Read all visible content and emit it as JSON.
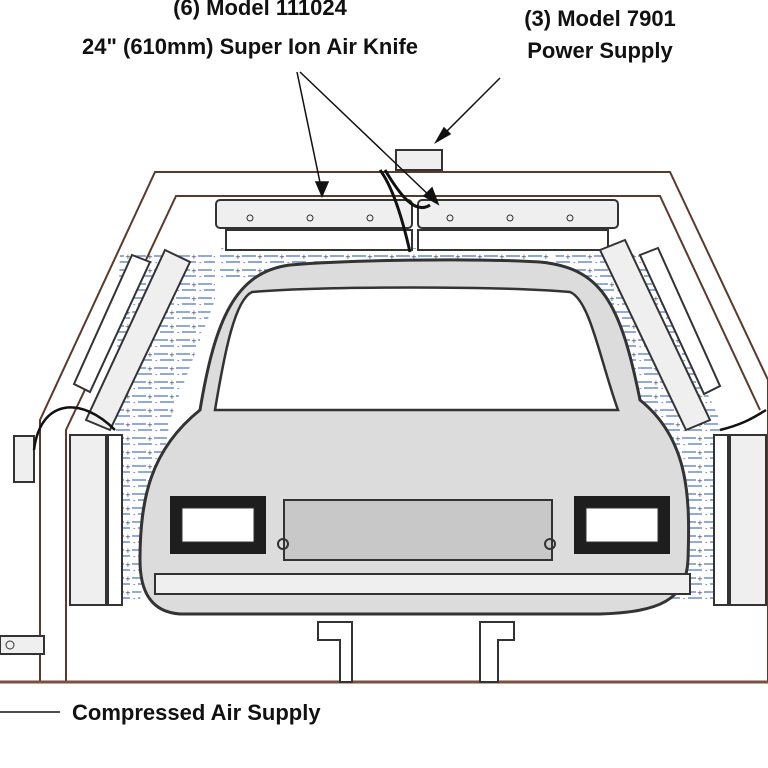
{
  "labels": {
    "air_knife_line1": "(6) Model 111024",
    "air_knife_line2": "24\" (610mm) Super Ion Air Knife",
    "power_supply_line1": "(3) Model 7901",
    "power_supply_line2": "Power Supply",
    "compressed_air": "Compressed Air Supply"
  },
  "colors": {
    "frame_fill": "#ffffff",
    "frame_stroke": "#5a3a2a",
    "device_fill": "#efefef",
    "device_stroke": "#333333",
    "ion_lines": "#5a7fc6",
    "car_fill": "#dcdcdc",
    "car_inner": "#c8c8c8",
    "floor_line": "#7a5040"
  }
}
